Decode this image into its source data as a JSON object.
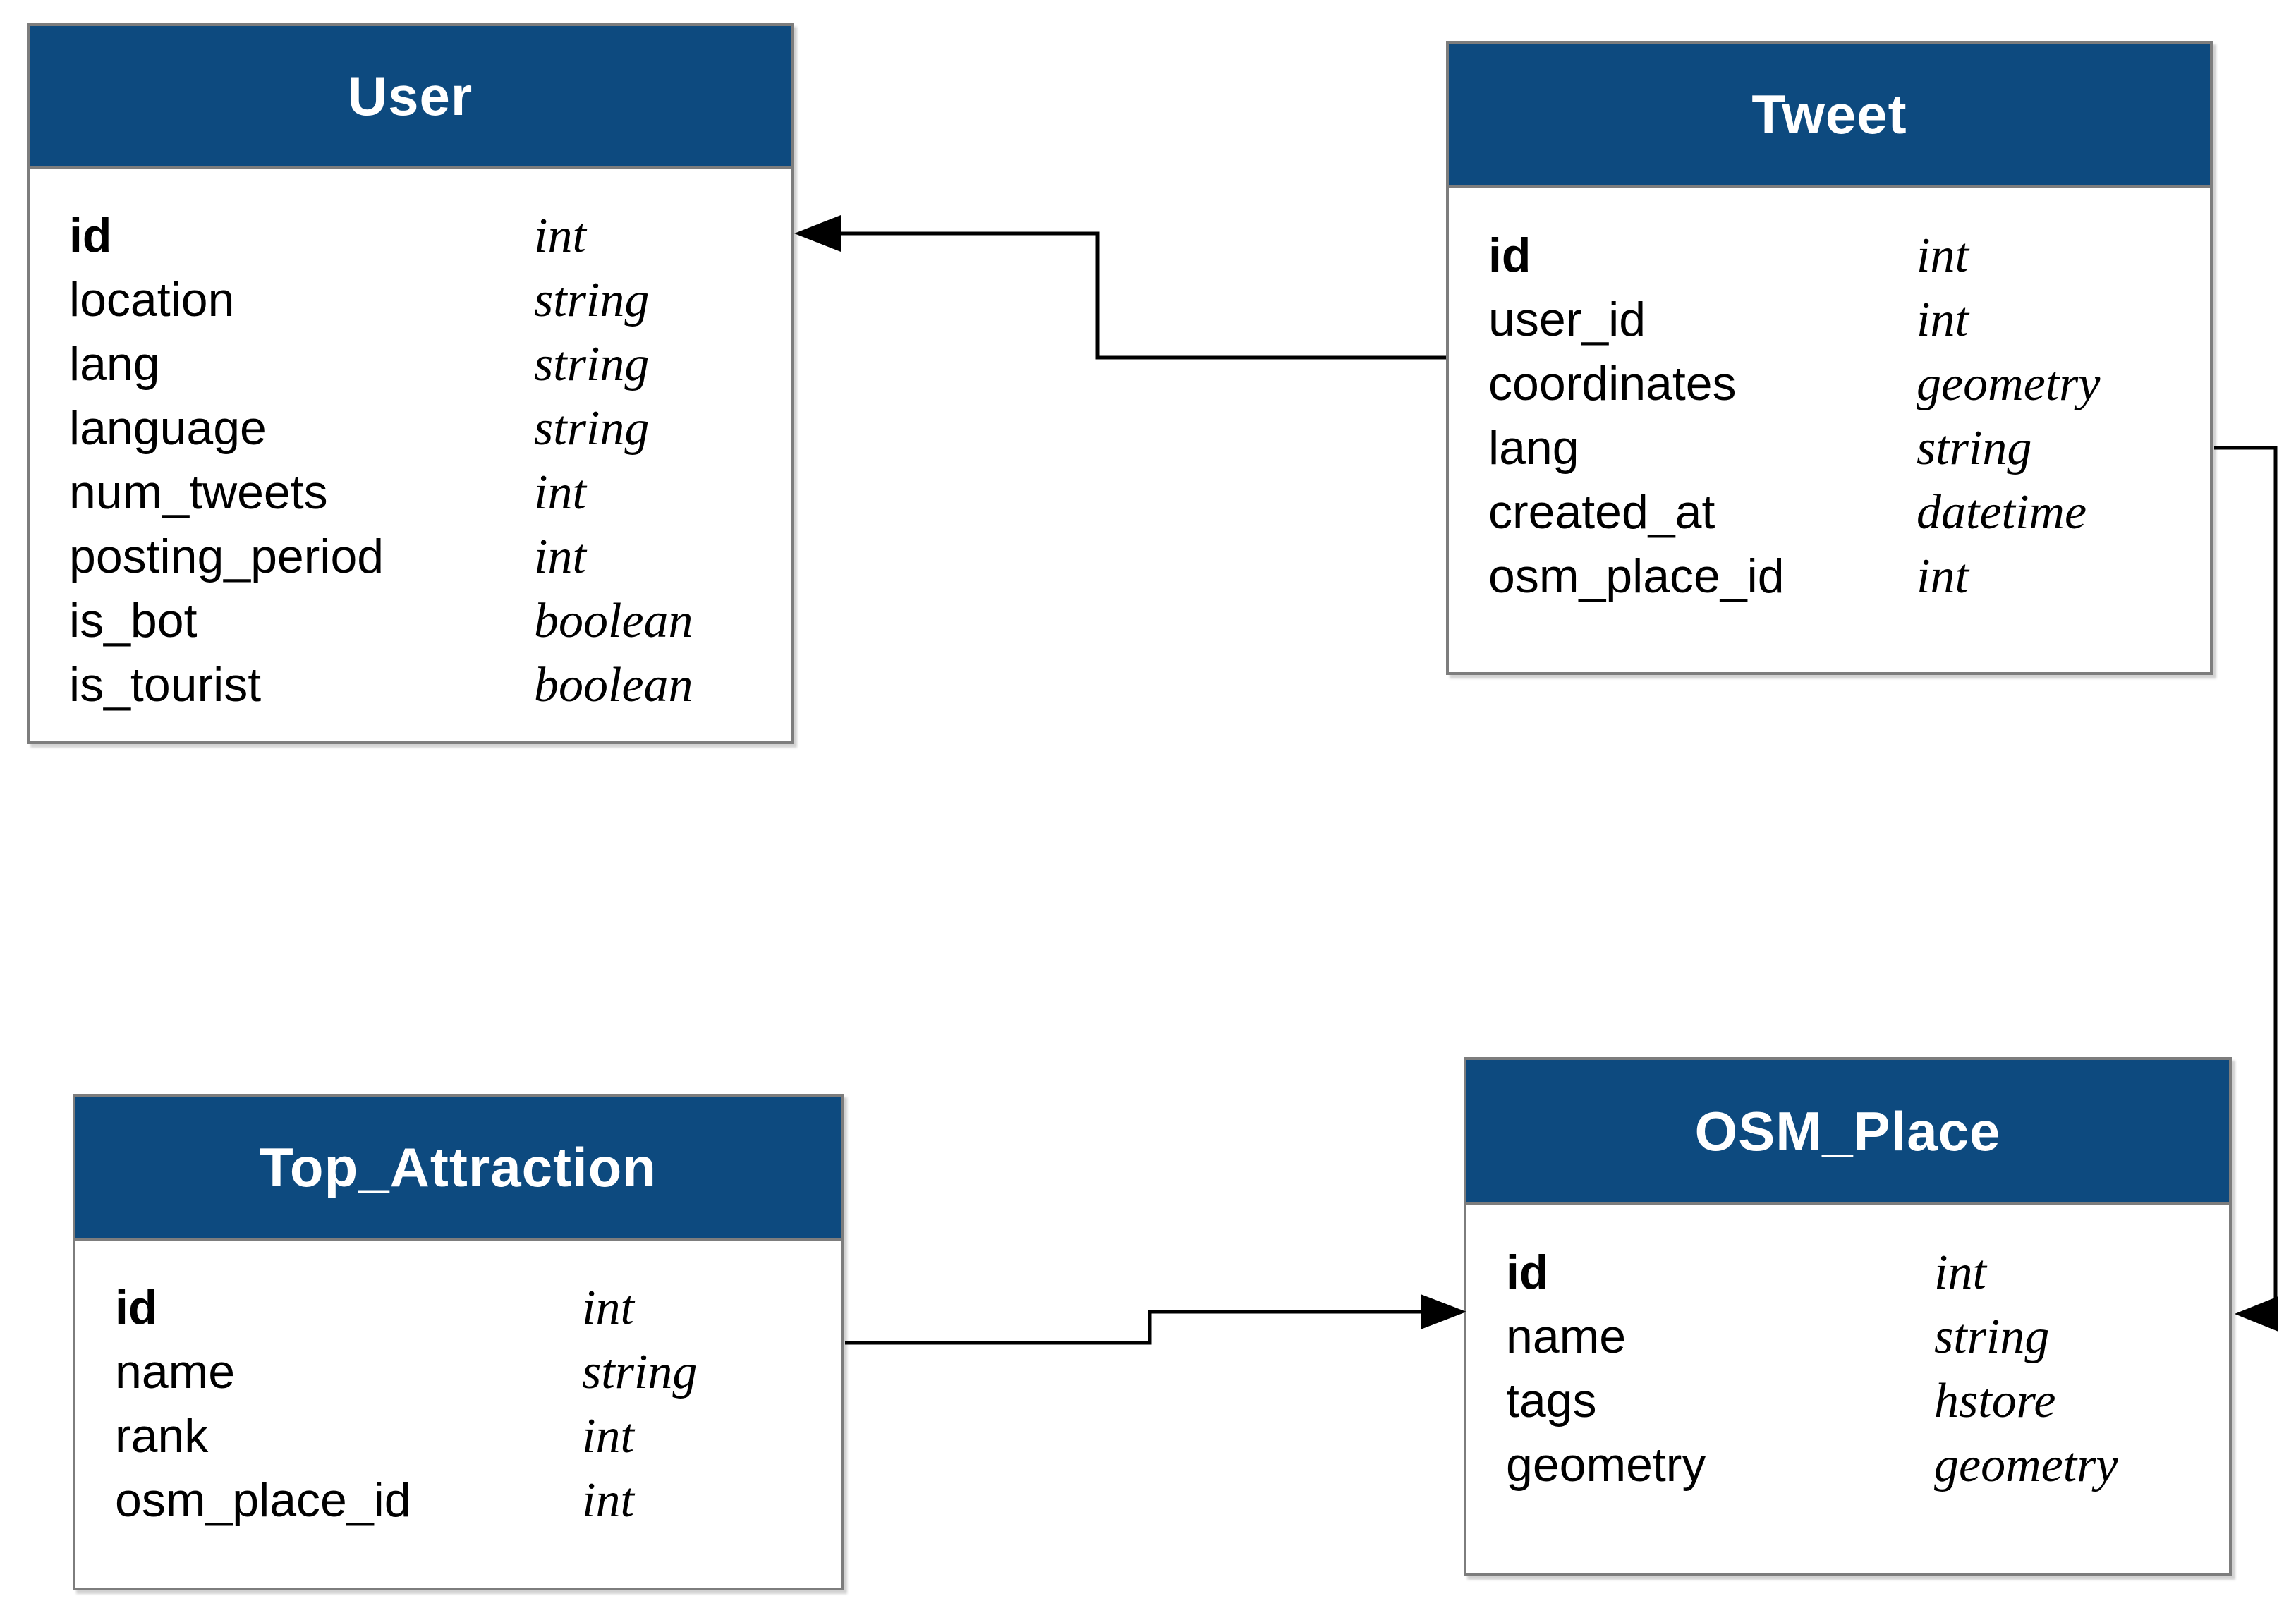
{
  "colors": {
    "header_bg": "#0d4a7f",
    "header_text": "#ffffff",
    "table_border": "#7d7d7d",
    "body_bg": "#ffffff",
    "field_text": "#000000",
    "connector": "#000000"
  },
  "tables": {
    "user": {
      "title": "User",
      "fields": [
        {
          "name": "id",
          "type": "int"
        },
        {
          "name": "location",
          "type": "string"
        },
        {
          "name": "lang",
          "type": "string"
        },
        {
          "name": "language",
          "type": "string"
        },
        {
          "name": "num_tweets",
          "type": "int"
        },
        {
          "name": "posting_period",
          "type": "int"
        },
        {
          "name": "is_bot",
          "type": "boolean"
        },
        {
          "name": "is_tourist",
          "type": "boolean"
        }
      ]
    },
    "tweet": {
      "title": "Tweet",
      "fields": [
        {
          "name": "id",
          "type": "int"
        },
        {
          "name": "user_id",
          "type": "int"
        },
        {
          "name": "coordinates",
          "type": "geometry"
        },
        {
          "name": "lang",
          "type": "string"
        },
        {
          "name": "created_at",
          "type": "datetime"
        },
        {
          "name": "osm_place_id",
          "type": "int"
        }
      ]
    },
    "top_attraction": {
      "title": "Top_Attraction",
      "fields": [
        {
          "name": "id",
          "type": "int"
        },
        {
          "name": "name",
          "type": "string"
        },
        {
          "name": "rank",
          "type": "int"
        },
        {
          "name": "osm_place_id",
          "type": "int"
        }
      ]
    },
    "osm_place": {
      "title": "OSM_Place",
      "fields": [
        {
          "name": "id",
          "type": "int"
        },
        {
          "name": "name",
          "type": "string"
        },
        {
          "name": "tags",
          "type": "hstore"
        },
        {
          "name": "geometry",
          "type": "geometry"
        }
      ]
    }
  },
  "relations": [
    {
      "from": "Tweet",
      "to": "User"
    },
    {
      "from": "Tweet",
      "to": "OSM_Place"
    },
    {
      "from": "Top_Attraction",
      "to": "OSM_Place"
    }
  ]
}
